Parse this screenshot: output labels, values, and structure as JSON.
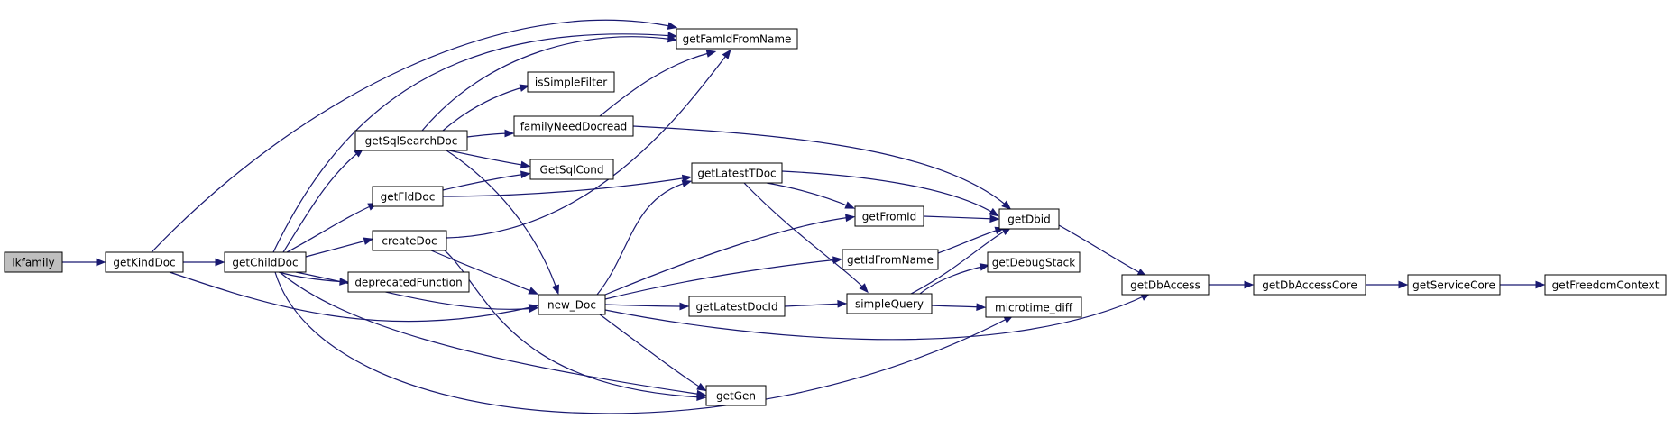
{
  "diagram": {
    "type": "call-graph",
    "root": "lkfamily",
    "nodes": [
      {
        "id": "lkfamily",
        "label": "lkfamily",
        "highlighted": true
      },
      {
        "id": "getKindDoc",
        "label": "getKindDoc"
      },
      {
        "id": "getChildDoc",
        "label": "getChildDoc"
      },
      {
        "id": "getSqlSearchDoc",
        "label": "getSqlSearchDoc"
      },
      {
        "id": "getFldDoc",
        "label": "getFldDoc"
      },
      {
        "id": "createDoc",
        "label": "createDoc"
      },
      {
        "id": "deprecatedFunction",
        "label": "deprecatedFunction"
      },
      {
        "id": "getFamIdFromName",
        "label": "getFamIdFromName"
      },
      {
        "id": "isSimpleFilter",
        "label": "isSimpleFilter"
      },
      {
        "id": "familyNeedDocread",
        "label": "familyNeedDocread"
      },
      {
        "id": "GetSqlCond",
        "label": "GetSqlCond"
      },
      {
        "id": "new_Doc",
        "label": "new_Doc"
      },
      {
        "id": "getGen",
        "label": "getGen"
      },
      {
        "id": "getLatestTDoc",
        "label": "getLatestTDoc"
      },
      {
        "id": "getFromId",
        "label": "getFromId"
      },
      {
        "id": "getIdFromName",
        "label": "getIdFromName"
      },
      {
        "id": "getLatestDocId",
        "label": "getLatestDocId"
      },
      {
        "id": "simpleQuery",
        "label": "simpleQuery"
      },
      {
        "id": "getDbid",
        "label": "getDbid"
      },
      {
        "id": "getDebugStack",
        "label": "getDebugStack"
      },
      {
        "id": "microtime_diff",
        "label": "microtime_diff"
      },
      {
        "id": "getDbAccess",
        "label": "getDbAccess"
      },
      {
        "id": "getDbAccessCore",
        "label": "getDbAccessCore"
      },
      {
        "id": "getServiceCore",
        "label": "getServiceCore"
      },
      {
        "id": "getFreedomContext",
        "label": "getFreedomContext"
      }
    ],
    "edges": [
      {
        "from": "lkfamily",
        "to": "getKindDoc"
      },
      {
        "from": "getKindDoc",
        "to": "getChildDoc"
      },
      {
        "from": "getKindDoc",
        "to": "getFamIdFromName"
      },
      {
        "from": "getKindDoc",
        "to": "new_Doc"
      },
      {
        "from": "getChildDoc",
        "to": "getFamIdFromName"
      },
      {
        "from": "getChildDoc",
        "to": "getSqlSearchDoc"
      },
      {
        "from": "getChildDoc",
        "to": "getFldDoc"
      },
      {
        "from": "getChildDoc",
        "to": "createDoc"
      },
      {
        "from": "getChildDoc",
        "to": "deprecatedFunction"
      },
      {
        "from": "getChildDoc",
        "to": "new_Doc"
      },
      {
        "from": "getChildDoc",
        "to": "getGen"
      },
      {
        "from": "getChildDoc",
        "to": "microtime_diff"
      },
      {
        "from": "getSqlSearchDoc",
        "to": "getFamIdFromName"
      },
      {
        "from": "getSqlSearchDoc",
        "to": "isSimpleFilter"
      },
      {
        "from": "getSqlSearchDoc",
        "to": "familyNeedDocread"
      },
      {
        "from": "getSqlSearchDoc",
        "to": "GetSqlCond"
      },
      {
        "from": "getSqlSearchDoc",
        "to": "new_Doc"
      },
      {
        "from": "familyNeedDocread",
        "to": "getFamIdFromName"
      },
      {
        "from": "familyNeedDocread",
        "to": "getDbid"
      },
      {
        "from": "getFldDoc",
        "to": "GetSqlCond"
      },
      {
        "from": "getFldDoc",
        "to": "getLatestTDoc"
      },
      {
        "from": "createDoc",
        "to": "getFamIdFromName"
      },
      {
        "from": "createDoc",
        "to": "new_Doc"
      },
      {
        "from": "createDoc",
        "to": "getGen"
      },
      {
        "from": "new_Doc",
        "to": "getLatestTDoc"
      },
      {
        "from": "new_Doc",
        "to": "getFromId"
      },
      {
        "from": "new_Doc",
        "to": "getIdFromName"
      },
      {
        "from": "new_Doc",
        "to": "getLatestDocId"
      },
      {
        "from": "new_Doc",
        "to": "getGen"
      },
      {
        "from": "new_Doc",
        "to": "getDbAccess"
      },
      {
        "from": "getLatestTDoc",
        "to": "getFromId"
      },
      {
        "from": "getLatestTDoc",
        "to": "getDbid"
      },
      {
        "from": "getLatestTDoc",
        "to": "simpleQuery"
      },
      {
        "from": "getFromId",
        "to": "getDbid"
      },
      {
        "from": "getIdFromName",
        "to": "getDbid"
      },
      {
        "from": "getLatestDocId",
        "to": "simpleQuery"
      },
      {
        "from": "simpleQuery",
        "to": "getDbid"
      },
      {
        "from": "simpleQuery",
        "to": "getDebugStack"
      },
      {
        "from": "simpleQuery",
        "to": "microtime_diff"
      },
      {
        "from": "getDbid",
        "to": "getDbAccess"
      },
      {
        "from": "getDbAccess",
        "to": "getDbAccessCore"
      },
      {
        "from": "getDbAccessCore",
        "to": "getServiceCore"
      },
      {
        "from": "getServiceCore",
        "to": "getFreedomContext"
      }
    ]
  },
  "colors": {
    "edge": "#191970",
    "node_fill": "#ffffff",
    "node_highlight_fill": "#bfbfbf",
    "node_border": "#000000"
  }
}
